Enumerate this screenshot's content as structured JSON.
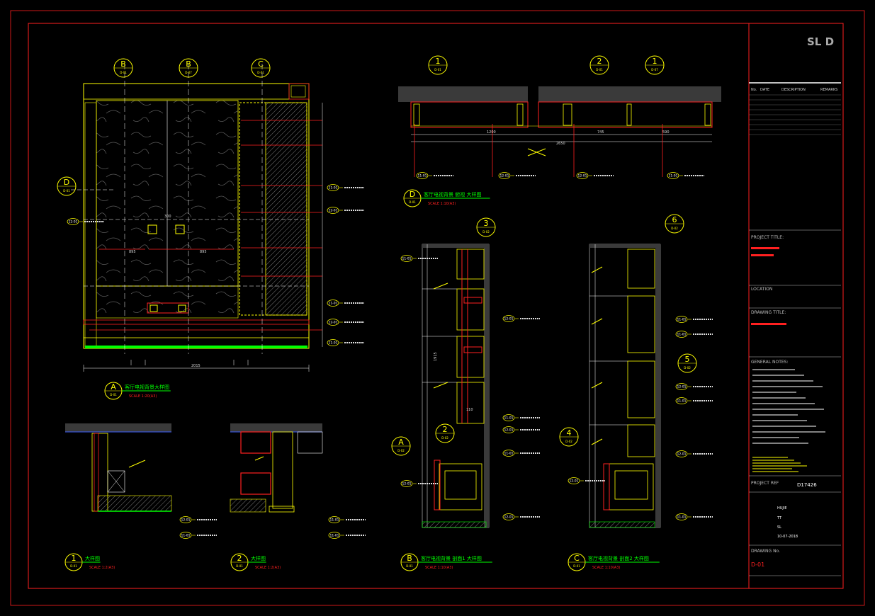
{
  "title_block": {
    "logo": "SL D",
    "rev_table_headers": [
      "No.",
      "DATE",
      "DESCRIPTION",
      "REMARKS"
    ],
    "project_title_label": "PROJECT TITLE:",
    "location_label": "LOCATION",
    "drawing_title_label": "DRAWING TITLE:",
    "general_notes_label": "GENERAL NOTES:",
    "project_ref_label": "PROJECT REF",
    "project_ref_value": "D17426",
    "drawn_by_value": "HUJIE",
    "checked_by_value": "TT",
    "approved_by_value": "SL",
    "date_value": "10-07-2018",
    "drawing_no_label": "DRAWING No.",
    "drawing_no_value": "D-01"
  },
  "views": {
    "A": {
      "letter": "A",
      "sheet": "D-01",
      "title": "客厅电视背景大样图",
      "scale": "SCALE 1:20(A3)"
    },
    "D": {
      "letter": "D",
      "sheet": "D-01",
      "title": "客厅电视背景 俯视 大样图",
      "scale": "SCALE 1:10(A3)"
    },
    "B": {
      "letter": "B",
      "sheet": "D-01",
      "title": "客厅电视背景 剖面1 大样图",
      "scale": "SCALE 1:10(A3)"
    },
    "C": {
      "letter": "C",
      "sheet": "D-01",
      "title": "客厅电视背景 剖面2 大样图",
      "scale": "SCALE 1:10(A3)"
    },
    "1": {
      "letter": "1",
      "sheet": "D-01",
      "title": "大样图",
      "scale": "SCALE 1:2(A3)"
    },
    "2": {
      "letter": "2",
      "sheet": "D-01",
      "title": "大样图",
      "scale": "SCALE 1:2(A3)"
    }
  },
  "bubbles": {
    "elev_b1": {
      "letter": "B",
      "sheet": "D-01"
    },
    "elev_b2": {
      "letter": "B",
      "sheet": "D-07"
    },
    "elev_c": {
      "letter": "C",
      "sheet": "D-01"
    },
    "elev_d": {
      "letter": "D",
      "sheet": "D-01"
    },
    "plan_1a": {
      "letter": "1",
      "sheet": "D-01"
    },
    "plan_2": {
      "letter": "2",
      "sheet": "D-01"
    },
    "plan_1b": {
      "letter": "1",
      "sheet": "D-07"
    },
    "sec_3": {
      "letter": "3",
      "sheet": "D-02"
    },
    "sec_2": {
      "letter": "2",
      "sheet": "D-02"
    },
    "sec_a": {
      "letter": "A",
      "sheet": "D-02"
    },
    "sec_6": {
      "letter": "6",
      "sheet": "D-02"
    },
    "sec_5": {
      "letter": "5",
      "sheet": "D-02"
    },
    "sec_4": {
      "letter": "4",
      "sheet": "D-02"
    }
  },
  "dimensions": {
    "elev_300": "300",
    "elev_895a": "895",
    "elev_895b": "895",
    "elev_overall": "2015",
    "plan_1200": "1200",
    "plan_745": "745",
    "plan_590": "590",
    "plan_overall": "2650",
    "sec_110": "110",
    "sec_1915": "1915"
  },
  "tags": {
    "elev_left": "12-01",
    "plan_1": "11-01",
    "plan_2": "12-01",
    "plan_3": "12-01",
    "plan_4": "11-01",
    "secb_top": "11-01",
    "secb_1": "12-01",
    "secb_2": "12-01",
    "secb_3": "11-01",
    "secb_4": "11-01",
    "secb_5": "12-01",
    "secb_left": "12-01",
    "secc_1": "11-01",
    "secc_2": "11-01",
    "secc_3": "12-01",
    "secc_4": "11-01",
    "secc_5": "12-01",
    "secc_6": "11-01",
    "secc_left": "12-01",
    "d1_1": "12-01",
    "d1_2": "11-01",
    "d2_1": "11-01",
    "d2_2": "11-01",
    "elev_r1": "11-01",
    "elev_r2": "12-01",
    "elev_r3": "11-01",
    "elev_r4": "12-01",
    "elev_r5": "11-01"
  },
  "colors": {
    "frame": "#ff2020",
    "linework": "#ffff00",
    "title_underline": "#00ff00",
    "dimension": "#d8d8d8",
    "hatch": "#9a9a9a",
    "fill_gray": "#3a3a3a"
  }
}
